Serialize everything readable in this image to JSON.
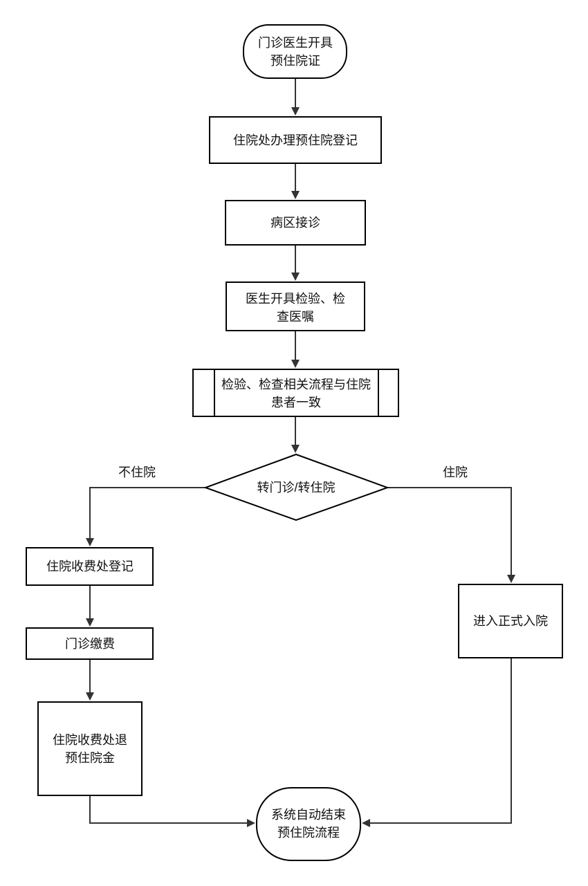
{
  "diagram": {
    "nodes": {
      "start": [
        "门诊医生开具",
        "预住院证"
      ],
      "register_pre": [
        "住院处办理预住院登记"
      ],
      "ward": [
        "病区接诊"
      ],
      "orders": [
        "医生开具检验、检",
        "查医嘱"
      ],
      "process": [
        "检验、检查相关流程与住院",
        "患者一致"
      ],
      "decision": [
        "转门诊/转住院"
      ],
      "fee_register": [
        "住院收费处登记"
      ],
      "outpatient_pay": [
        "门诊缴费"
      ],
      "refund": [
        "住院收费处退",
        "预住院金"
      ],
      "admit": [
        "进入正式入院"
      ],
      "end": [
        "系统自动结束",
        "预住院流程"
      ]
    },
    "edge_labels": {
      "no_admit": "不住院",
      "admit": "住院"
    }
  }
}
